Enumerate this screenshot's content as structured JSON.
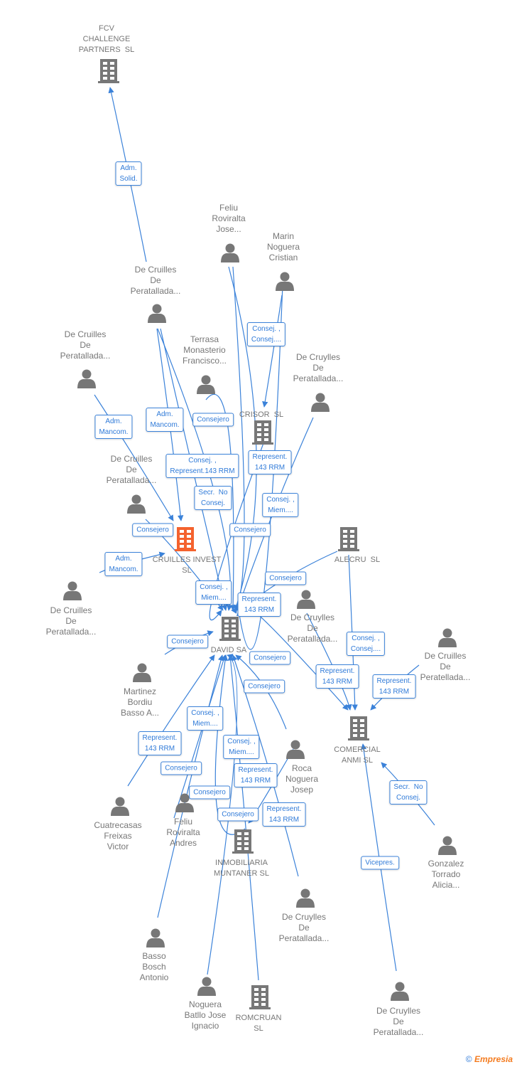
{
  "colors": {
    "edge": "#3b82d9",
    "node": "#777777",
    "focus": "#f4622e"
  },
  "nodes": [
    {
      "id": "fcv",
      "type": "company",
      "name": "FCV\nCHALLENGE\nPARTNERS  SL"
    },
    {
      "id": "p1",
      "type": "person",
      "name": "De Cruilles\nDe\nPeratallada..."
    },
    {
      "id": "p2",
      "type": "person",
      "name": "Feliu\nRoviralta\nJose..."
    },
    {
      "id": "p3",
      "type": "person",
      "name": "Marin\nNoguera\nCristian"
    },
    {
      "id": "p4",
      "type": "person",
      "name": "De Cruilles\nDe\nPeratallada..."
    },
    {
      "id": "p5",
      "type": "person",
      "name": "Terrasa\nMonasterio\nFrancisco..."
    },
    {
      "id": "p6",
      "type": "person",
      "name": "De Cruylles\nDe\nPeratallada..."
    },
    {
      "id": "crisor",
      "type": "company",
      "name": "CRISOR  SL"
    },
    {
      "id": "p7",
      "type": "person",
      "name": "De Cruilles\nDe\nPeratallada..."
    },
    {
      "id": "cruinv",
      "type": "company-focus",
      "name": "CRUILLES INVEST\nSL"
    },
    {
      "id": "alecru",
      "type": "company",
      "name": "ALECRU  SL"
    },
    {
      "id": "p8",
      "type": "person",
      "name": "De Cruilles\nDe\nPeratallada..."
    },
    {
      "id": "p9",
      "type": "person",
      "name": "De Cruylles\nDe\nPeratallada..."
    },
    {
      "id": "david",
      "type": "company",
      "name": "DAVID SA"
    },
    {
      "id": "p10",
      "type": "person",
      "name": "De Cruilles\nDe\nPeratellada..."
    },
    {
      "id": "p11",
      "type": "person",
      "name": "Martinez\nBordiu\nBasso A..."
    },
    {
      "id": "anmi",
      "type": "company",
      "name": "COMERCIAL\nANMI SL"
    },
    {
      "id": "p12",
      "type": "person",
      "name": "Roca\nNoguera\nJosep"
    },
    {
      "id": "p13",
      "type": "person",
      "name": "Cuatrecasas\nFreixas\nVictor"
    },
    {
      "id": "p14",
      "type": "person",
      "name": "Feliu\nRoviralta\nAndres"
    },
    {
      "id": "muntaner",
      "type": "company",
      "name": "INMOBILIARIA\nMUNTANER SL"
    },
    {
      "id": "p15",
      "type": "person",
      "name": "Gonzalez\nTorrado\nAlicia..."
    },
    {
      "id": "p16",
      "type": "person",
      "name": "De Cruylles\nDe\nPeratallada..."
    },
    {
      "id": "p17",
      "type": "person",
      "name": "Basso\nBosch\nAntonio"
    },
    {
      "id": "p18",
      "type": "person",
      "name": "Noguera\nBatllo Jose\nIgnacio"
    },
    {
      "id": "romcruan",
      "type": "company",
      "name": "ROMCRUAN\nSL"
    },
    {
      "id": "p19",
      "type": "person",
      "name": "De Cruylles\nDe\nPeratallada..."
    }
  ],
  "edge_labels": [
    "Adm.\nSolid.",
    "Consej. ,\nConsej....",
    "Adm.\nMancom.",
    "Adm.\nMancom.",
    "Consej. ,\nRepresent.143 RRM",
    "Consejero",
    "Represent.\n143 RRM",
    "Secr.  No\nConsej.",
    "Consej. ,\nMiem....",
    "Consejero",
    "Adm.\nMancom.",
    "Consejero",
    "Consejero",
    "Consej. ,\nMiem....",
    "Represent.\n143 RRM",
    "Consejero",
    "Consejero",
    "Consej. ,\nConsej....",
    "Represent.\n143 RRM",
    "Represent.\n143 RRM",
    "Consejero",
    "Represent.\n143 RRM",
    "Consej. ,\nMiem....",
    "Consej. ,\nMiem....",
    "Represent.\n143 RRM",
    "Consejero",
    "Secr.  No\nConsej.",
    "Consejero",
    "Consejero",
    "Represent.\n143 RRM",
    "Vicepres."
  ],
  "footer": {
    "copyright": "©",
    "brand": "Empresia"
  }
}
